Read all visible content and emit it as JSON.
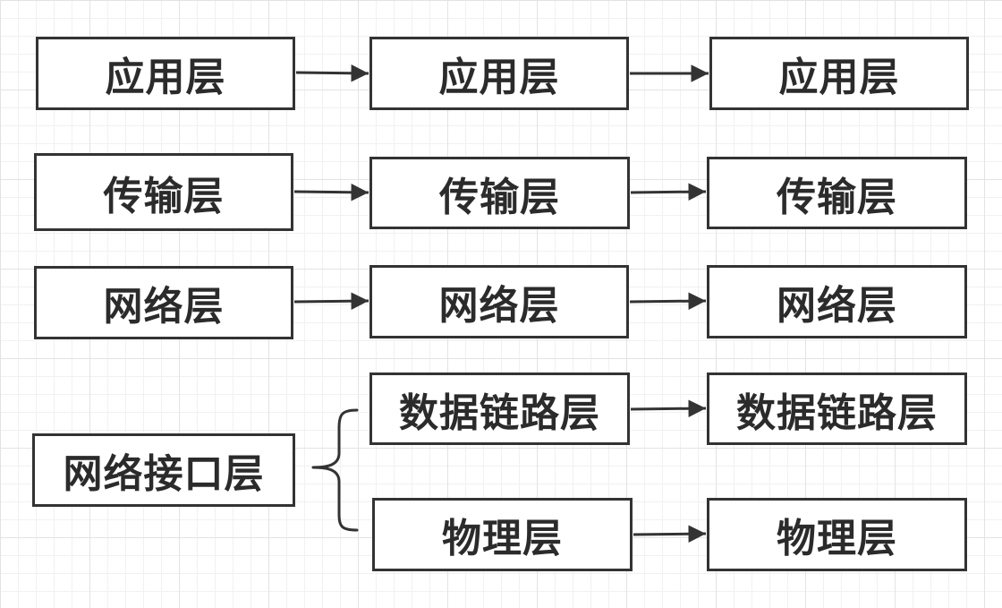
{
  "colors": {
    "line": "#333333",
    "text": "#2b2b2b",
    "box_fill": "#ffffff"
  },
  "rows": [
    {
      "left": "应用层",
      "middle": "应用层",
      "right": "应用层"
    },
    {
      "left": "传输层",
      "middle": "传输层",
      "right": "传输层"
    },
    {
      "left": "网络层",
      "middle": "网络层",
      "right": "网络层"
    }
  ],
  "interface_group": {
    "label": "网络接口层",
    "sublayers": [
      {
        "middle": "数据链路层",
        "right": "数据链路层"
      },
      {
        "middle": "物理层",
        "right": "物理层"
      }
    ]
  }
}
